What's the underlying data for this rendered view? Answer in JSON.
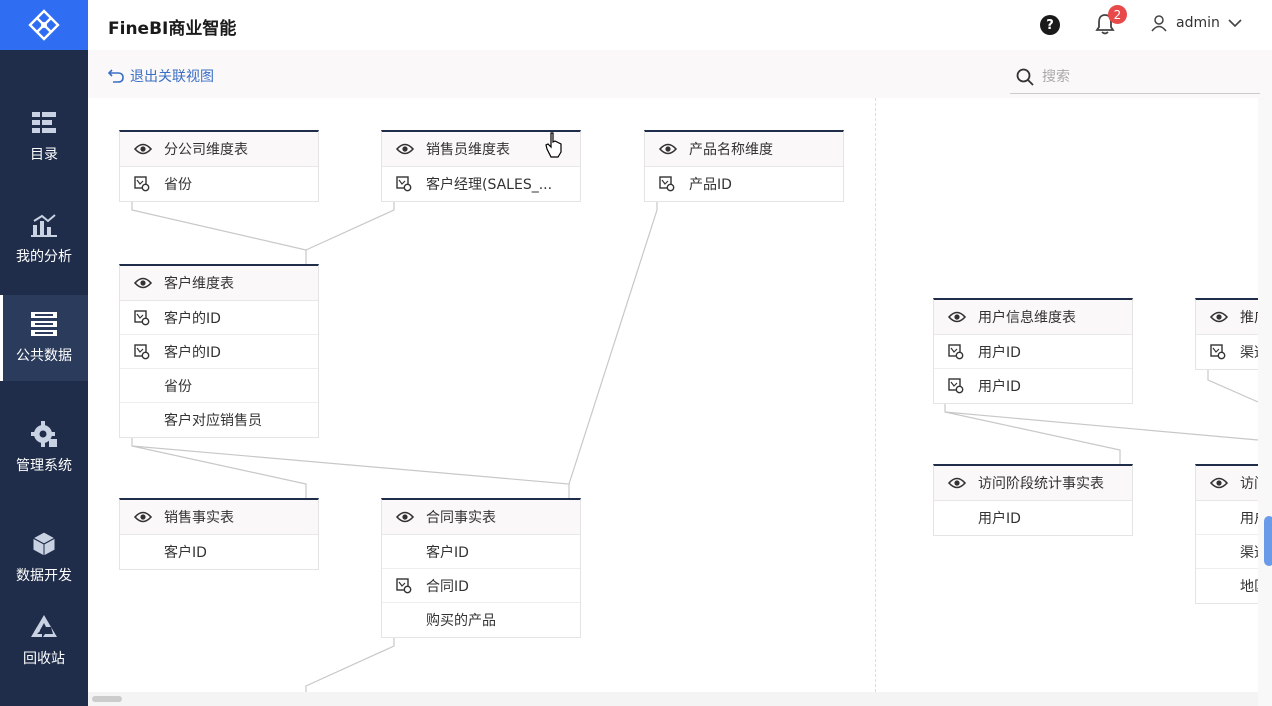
{
  "app": {
    "title": "FineBI商业智能"
  },
  "header": {
    "help_glyph": "?",
    "notification_count": "2",
    "user_name": "admin"
  },
  "sidebar": {
    "items": [
      {
        "label": "目录",
        "icon": "catalog-icon"
      },
      {
        "label": "我的分析",
        "icon": "analysis-icon"
      },
      {
        "label": "公共数据",
        "icon": "public-data-icon",
        "active": true
      },
      {
        "label": "管理系统",
        "icon": "gear-icon"
      },
      {
        "label": "数据开发",
        "icon": "cube-icon"
      },
      {
        "label": "回收站",
        "icon": "recycle-icon"
      }
    ]
  },
  "toolbar": {
    "exit_label": "退出关联视图",
    "search_placeholder": "搜索"
  },
  "tables": [
    {
      "title": "分公司维度表",
      "fields": [
        {
          "name": "省份",
          "key": true
        }
      ]
    },
    {
      "title": "销售员维度表",
      "fields": [
        {
          "name": "客户经理(SALES_...",
          "key": true
        }
      ]
    },
    {
      "title": "产品名称维度",
      "fields": [
        {
          "name": "产品ID",
          "key": true
        }
      ]
    },
    {
      "title": "客户维度表",
      "fields": [
        {
          "name": "客户的ID",
          "key": true
        },
        {
          "name": "客户的ID",
          "key": true
        },
        {
          "name": "省份",
          "key": false
        },
        {
          "name": "客户对应销售员",
          "key": false
        }
      ]
    },
    {
      "title": "销售事实表",
      "fields": [
        {
          "name": "客户ID",
          "key": false
        }
      ]
    },
    {
      "title": "合同事实表",
      "fields": [
        {
          "name": "客户ID",
          "key": false
        },
        {
          "name": "合同ID",
          "key": true
        },
        {
          "name": "购买的产品",
          "key": false
        }
      ]
    },
    {
      "title": "用户信息维度表",
      "fields": [
        {
          "name": "用户ID",
          "key": true
        },
        {
          "name": "用户ID",
          "key": true
        }
      ]
    },
    {
      "title": "推广",
      "fields": [
        {
          "name": "渠道",
          "key": true
        }
      ]
    },
    {
      "title": "访问阶段统计事实表",
      "fields": [
        {
          "name": "用户ID",
          "key": false
        }
      ]
    },
    {
      "title": "访问",
      "fields": [
        {
          "name": "用户",
          "key": false
        },
        {
          "name": "渠道",
          "key": false
        },
        {
          "name": "地区",
          "key": false
        }
      ]
    }
  ],
  "colors": {
    "sidebar_bg": "#1f2d4a",
    "logo_bg": "#2f6ef2",
    "link": "#3a6fc4",
    "badge": "#e84a4a"
  }
}
